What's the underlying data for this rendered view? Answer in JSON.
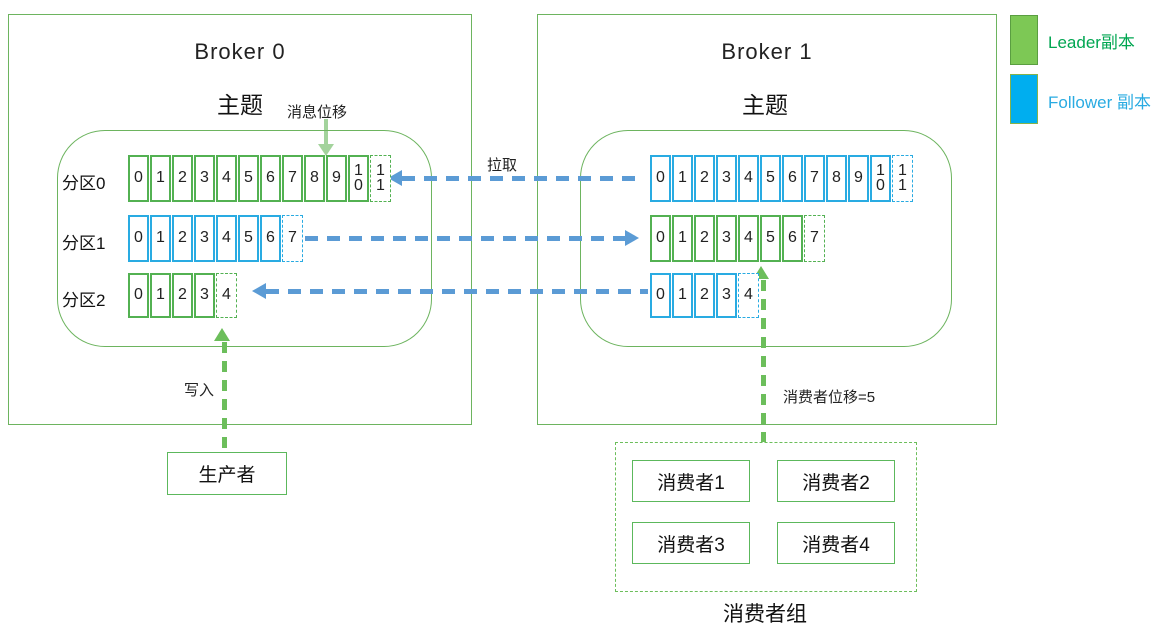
{
  "colors": {
    "leader_green": "#53b152",
    "follower_blue": "#29abe2",
    "pull_arrow_blue": "#5b9bd5",
    "write_arrow_green": "#6cbe5b",
    "offset_pointer_green": "#a3d39c",
    "legend_leader_fill": "#7dc855",
    "legend_follower_fill": "#00aeef"
  },
  "brokers": [
    {
      "title": "Broker 0",
      "topic_label": "主题",
      "offset_note": "消息位移",
      "partitions": [
        {
          "label": "分区0",
          "role": "leader",
          "cells": [
            "0",
            "1",
            "2",
            "3",
            "4",
            "5",
            "6",
            "7",
            "8",
            "9",
            "10"
          ],
          "dashed_cell": "11"
        },
        {
          "label": "分区1",
          "role": "follower",
          "cells": [
            "0",
            "1",
            "2",
            "3",
            "4",
            "5",
            "6"
          ],
          "dashed_cell": "7"
        },
        {
          "label": "分区2",
          "role": "leader",
          "cells": [
            "0",
            "1",
            "2",
            "3"
          ],
          "dashed_cell": "4"
        }
      ]
    },
    {
      "title": "Broker 1",
      "topic_label": "主题",
      "partitions": [
        {
          "label": "",
          "role": "follower",
          "cells": [
            "0",
            "1",
            "2",
            "3",
            "4",
            "5",
            "6",
            "7",
            "8",
            "9",
            "10"
          ],
          "dashed_cell": "11"
        },
        {
          "label": "",
          "role": "leader",
          "cells": [
            "0",
            "1",
            "2",
            "3",
            "4",
            "5",
            "6"
          ],
          "dashed_cell": "7"
        },
        {
          "label": "",
          "role": "follower",
          "cells": [
            "0",
            "1",
            "2",
            "3"
          ],
          "dashed_cell": "4"
        }
      ]
    }
  ],
  "arrows": {
    "pull_label": "拉取",
    "write_label": "写入",
    "consumer_offset_label": "消费者位移=5"
  },
  "producer": {
    "label": "生产者"
  },
  "consumer_group": {
    "label": "消费者组",
    "consumers": [
      "消费者1",
      "消费者2",
      "消费者3",
      "消费者4"
    ]
  },
  "legend": {
    "leader_label": "Leader副本",
    "follower_label": "Follower 副本"
  }
}
